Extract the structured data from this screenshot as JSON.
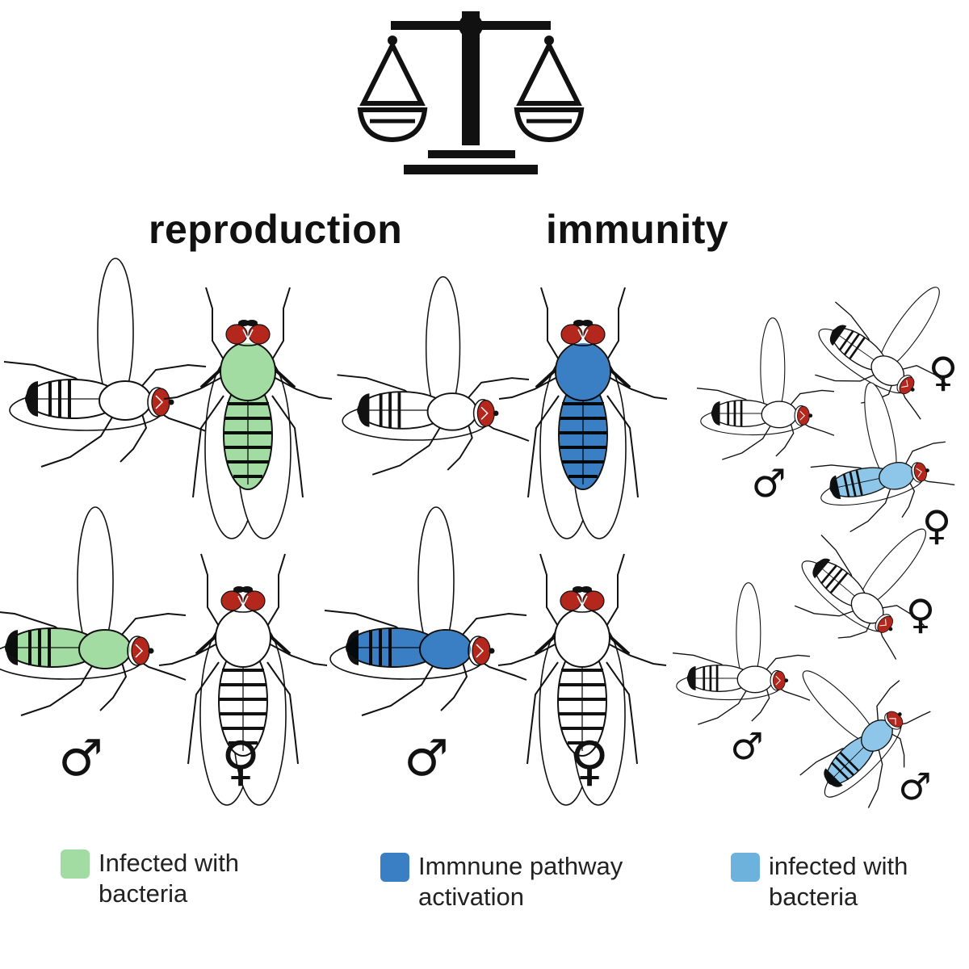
{
  "headings": {
    "left": "reproduction",
    "right": "immunity"
  },
  "colors": {
    "green": "#a3dca2",
    "dark_blue": "#3a7ec3",
    "light_blue": "#8dc6e8",
    "eye": "#b3271d",
    "ink": "#111111"
  },
  "symbols": {
    "male": "♂",
    "female": "♀"
  },
  "legend": [
    {
      "label": "Infected with\nbacteria",
      "color": "#a3dca2"
    },
    {
      "label": "Immnune pathway\nactivation",
      "color": "#3a7ec3"
    },
    {
      "label": "infected with\nbacteria",
      "color": "#6cb2dd"
    }
  ],
  "flies": [
    {
      "id": "pair1-male",
      "sex": "male",
      "view": "side",
      "fill": "none"
    },
    {
      "id": "pair1-female",
      "sex": "female",
      "view": "top",
      "fill": "green"
    },
    {
      "id": "pair2-male",
      "sex": "male",
      "view": "side",
      "fill": "none"
    },
    {
      "id": "pair2-female",
      "sex": "female",
      "view": "top",
      "fill": "dark_blue"
    },
    {
      "id": "pair3-male",
      "sex": "male",
      "view": "side",
      "fill": "green"
    },
    {
      "id": "pair3-female",
      "sex": "female",
      "view": "top",
      "fill": "none"
    },
    {
      "id": "pair4-male",
      "sex": "male",
      "view": "side",
      "fill": "dark_blue"
    },
    {
      "id": "pair4-female",
      "sex": "female",
      "view": "top",
      "fill": "none"
    },
    {
      "id": "group1-male",
      "sex": "male",
      "view": "side",
      "fill": "none"
    },
    {
      "id": "group1-female-healthy",
      "sex": "female",
      "view": "side",
      "fill": "none"
    },
    {
      "id": "group1-female-infected",
      "sex": "female",
      "view": "side",
      "fill": "light_blue"
    },
    {
      "id": "group2-male",
      "sex": "male",
      "view": "side",
      "fill": "none"
    },
    {
      "id": "group2-female-healthy",
      "sex": "female",
      "view": "side",
      "fill": "none"
    },
    {
      "id": "group2-male-infected",
      "sex": "male",
      "view": "side",
      "fill": "light_blue"
    }
  ]
}
